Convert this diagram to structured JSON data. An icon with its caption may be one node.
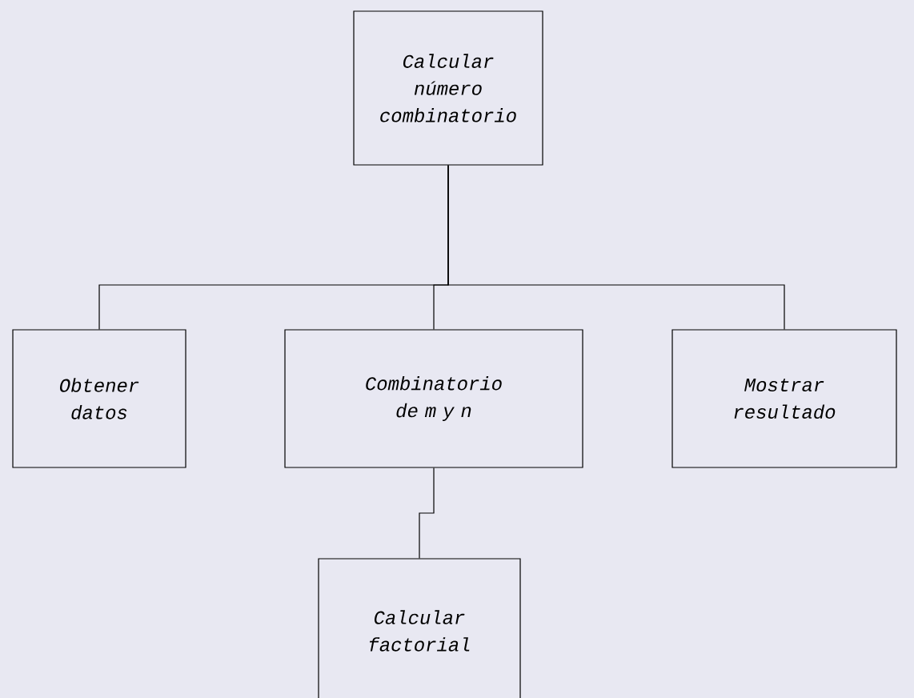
{
  "diagram": {
    "nodes": [
      {
        "text": [
          "Calcular número combinatorio"
        ]
      },
      {
        "text": [
          "Obtener datos"
        ]
      },
      {
        "text": [
          "Combinatorio de m y n"
        ]
      },
      {
        "text": [
          "Mostrar resultado"
        ]
      },
      {
        "text": [
          "Calcular factorial"
        ]
      }
    ],
    "edges": [
      {
        "from": 0,
        "to": 1,
        "arrow": "none"
      },
      {
        "from": 0,
        "to": 2,
        "arrow": "none"
      },
      {
        "from": 0,
        "to": 3,
        "arrow": "none"
      },
      {
        "from": 2,
        "to": 4,
        "arrow": "none"
      }
    ]
  }
}
